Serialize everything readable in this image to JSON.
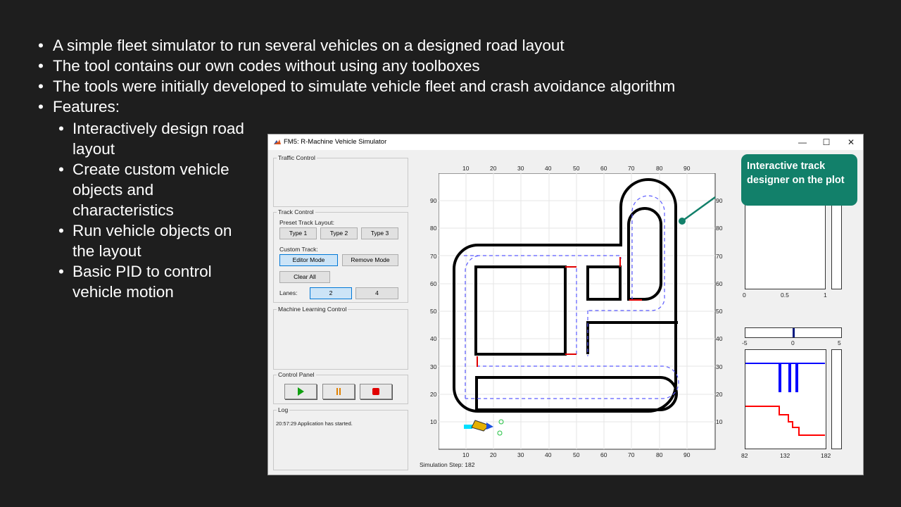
{
  "slide": {
    "bullets": [
      "A simple fleet simulator to run several vehicles on a designed road layout",
      "The tool contains our own codes without using any toolboxes",
      "The tools were initially developed to simulate vehicle fleet and crash avoidance algorithm",
      "Features:"
    ],
    "features": [
      "Interactively design road layout",
      "Create custom vehicle objects and characteristics",
      "Run vehicle objects on the layout",
      "Basic PID to control vehicle motion"
    ],
    "callout": "Interactive track designer on the plot"
  },
  "window": {
    "title": "FM5: R-Machine Vehicle Simulator",
    "minimize": "—",
    "maximize": "☐",
    "close": "✕"
  },
  "panels": {
    "traffic": "Traffic Control",
    "track": "Track Control",
    "preset_label": "Preset Track Layout:",
    "presets": [
      "Type 1",
      "Type 2",
      "Type 3"
    ],
    "custom_label": "Custom Track:",
    "editor_mode": "Editor Mode",
    "remove_mode": "Remove Mode",
    "clear_all": "Clear All",
    "lanes_label": "Lanes:",
    "lanes": [
      "2",
      "4"
    ],
    "lanes_selected": "2",
    "ml": "Machine Learning Control",
    "control": "Control Panel",
    "log": "Log",
    "log_entry": "20:57:29 Application has started."
  },
  "status": {
    "sim_step": "Simulation Step: 182"
  },
  "main_plot": {
    "x_ticks": [
      "10",
      "20",
      "30",
      "40",
      "50",
      "60",
      "70",
      "80",
      "90"
    ],
    "y_ticks": [
      "90",
      "80",
      "70",
      "60",
      "50",
      "40",
      "30",
      "20",
      "10"
    ],
    "colors": {
      "track": "#000000",
      "lane": "#5b5bff",
      "edit_marker": "#e00000",
      "vehicle": "#00e0ff"
    }
  },
  "side_plots": {
    "top_ticks": [
      "0",
      "0.5",
      "1"
    ],
    "bar_ticks": [
      "-5",
      "0",
      "5"
    ],
    "bottom_ticks": [
      "82",
      "132",
      "182"
    ],
    "colors": {
      "upper": "#0000ff",
      "lower": "#ff0000"
    }
  }
}
